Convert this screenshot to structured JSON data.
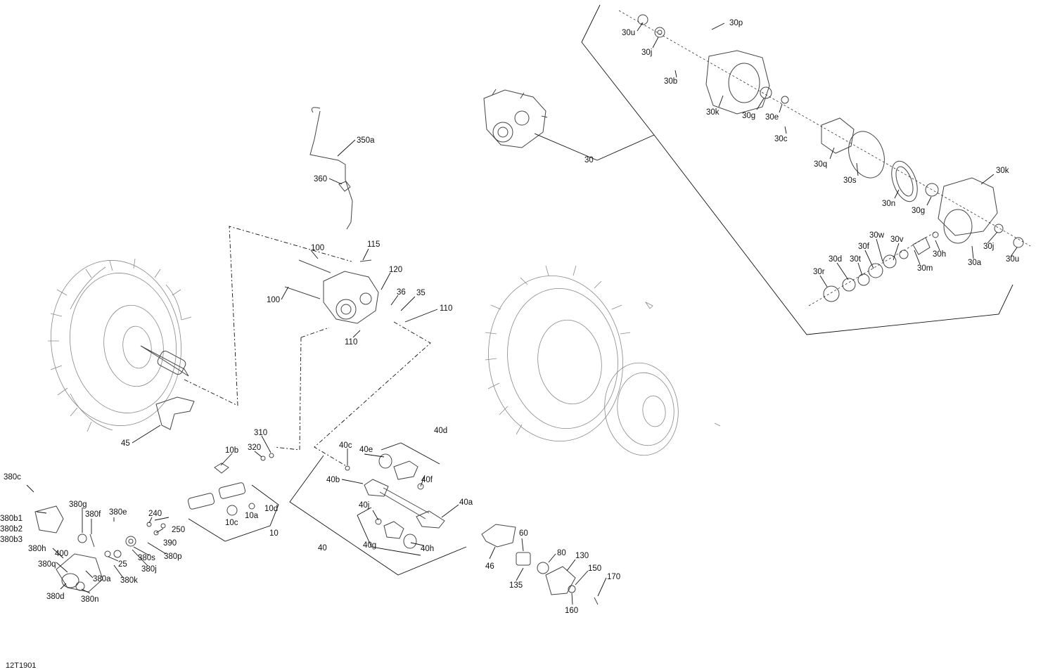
{
  "diagram": {
    "reference_code": "12T1901",
    "labels": [
      "30p",
      "30u",
      "30j",
      "30b",
      "30k",
      "30g",
      "30e",
      "30c",
      "30q",
      "30s",
      "30n",
      "30g",
      "30k",
      "30",
      "350a",
      "360",
      "100",
      "115",
      "120",
      "36",
      "35",
      "100",
      "110",
      "110",
      "30w",
      "30v",
      "30f",
      "30t",
      "30d",
      "30r",
      "30m",
      "30h",
      "30j",
      "30a",
      "30u",
      "45",
      "310",
      "320",
      "10b",
      "40c",
      "40e",
      "40d",
      "40b",
      "40f",
      "40j",
      "40a",
      "40g",
      "40h",
      "40",
      "10",
      "10a",
      "10c",
      "10d",
      "380c",
      "380b1",
      "380b2",
      "380b3",
      "380g",
      "380f",
      "380e",
      "380h",
      "380q",
      "400",
      "380a",
      "380d",
      "380n",
      "25",
      "380k",
      "380s",
      "380j",
      "380p",
      "240",
      "250",
      "390",
      "46",
      "60",
      "80",
      "130",
      "135",
      "150",
      "160",
      "170"
    ]
  }
}
